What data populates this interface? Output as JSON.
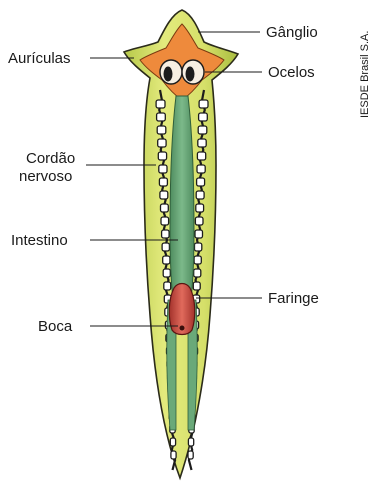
{
  "labels": {
    "ganglio": "Gânglio",
    "auriculas": "Aurículas",
    "ocelos": "Ocelos",
    "cordao_line1": "Cordão",
    "cordao_line2": "nervoso",
    "intestino": "Intestino",
    "faringe": "Faringe",
    "boca": "Boca"
  },
  "credit": "IESDE Brasil S.A.",
  "colors": {
    "body": "#d8e26a",
    "body_outline": "#2b2b1a",
    "head": "#ee8a3c",
    "intestine": "#5f9e6e",
    "pharynx": "#c7473c",
    "nerve": "#1c1c1c"
  }
}
